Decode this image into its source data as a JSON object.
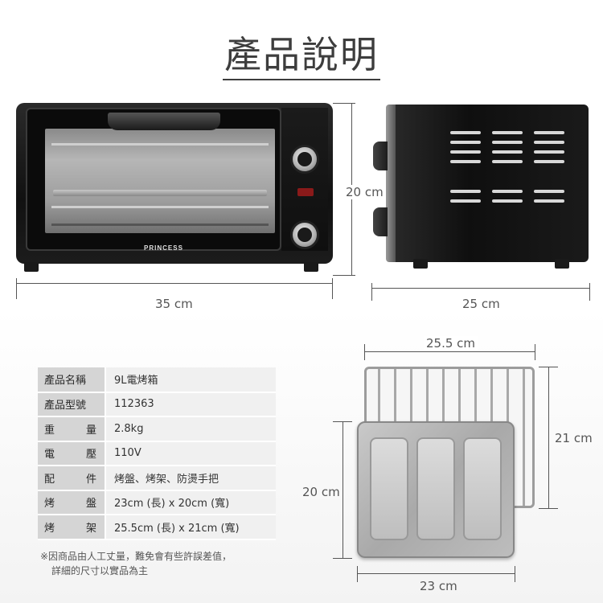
{
  "header": {
    "title": "產品說明"
  },
  "dimensions": {
    "height": "20 cm",
    "front_width": "35 cm",
    "side_depth": "25 cm",
    "rack_width": "25.5 cm",
    "rack_depth": "21 cm",
    "tray_depth": "20 cm",
    "tray_width": "23 cm"
  },
  "product_image": {
    "brand": "PRINCESS"
  },
  "specs": [
    {
      "key": "產品名稱",
      "value": "9L電烤箱"
    },
    {
      "key": "產品型號",
      "value": "112363"
    },
    {
      "key": "重量",
      "value": "2.8kg"
    },
    {
      "key": "電壓",
      "value": "110V"
    },
    {
      "key": "配件",
      "value": "烤盤、烤架、防燙手把"
    },
    {
      "key": "烤盤",
      "value": "23cm (長) x 20cm (寬)"
    },
    {
      "key": "烤架",
      "value": "25.5cm (長) x 21cm (寬)"
    }
  ],
  "note": {
    "line1": "※因商品由人工丈量，難免會有些許誤差值，",
    "line2": "詳細的尺寸以實品為主"
  },
  "colors": {
    "text": "#3d3d3d",
    "table_key_bg": "#d5d5d5",
    "table_value_bg": "#f0f0f0",
    "oven_body": "#111111"
  }
}
